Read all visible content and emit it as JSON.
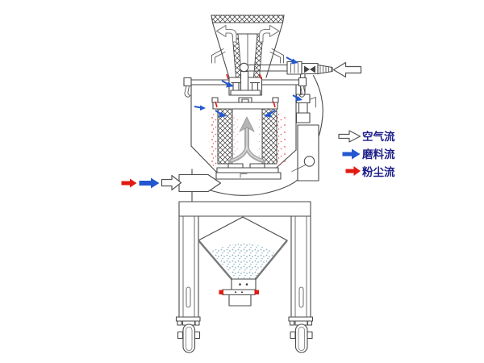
{
  "legend": {
    "items": [
      {
        "id": "air-flow",
        "label": "空气流",
        "arrow_style": "outline",
        "color": "#ffffff"
      },
      {
        "id": "abrasive-flow",
        "label": "磨料流",
        "arrow_style": "filled",
        "color": "#2257cf"
      },
      {
        "id": "dust-flow",
        "label": "粉尘流",
        "arrow_style": "filled",
        "color": "#e11b12"
      }
    ]
  },
  "colors": {
    "line": "#4a4a4a",
    "abrasive_flow": "#2257cf",
    "dust_flow": "#e11b12",
    "air_flow_fill": "#ffffff",
    "legend_text": "#1f1f8a",
    "media_stipple": "#8fb3c6",
    "dust_speckle": "#e05555",
    "background": "#ffffff"
  }
}
